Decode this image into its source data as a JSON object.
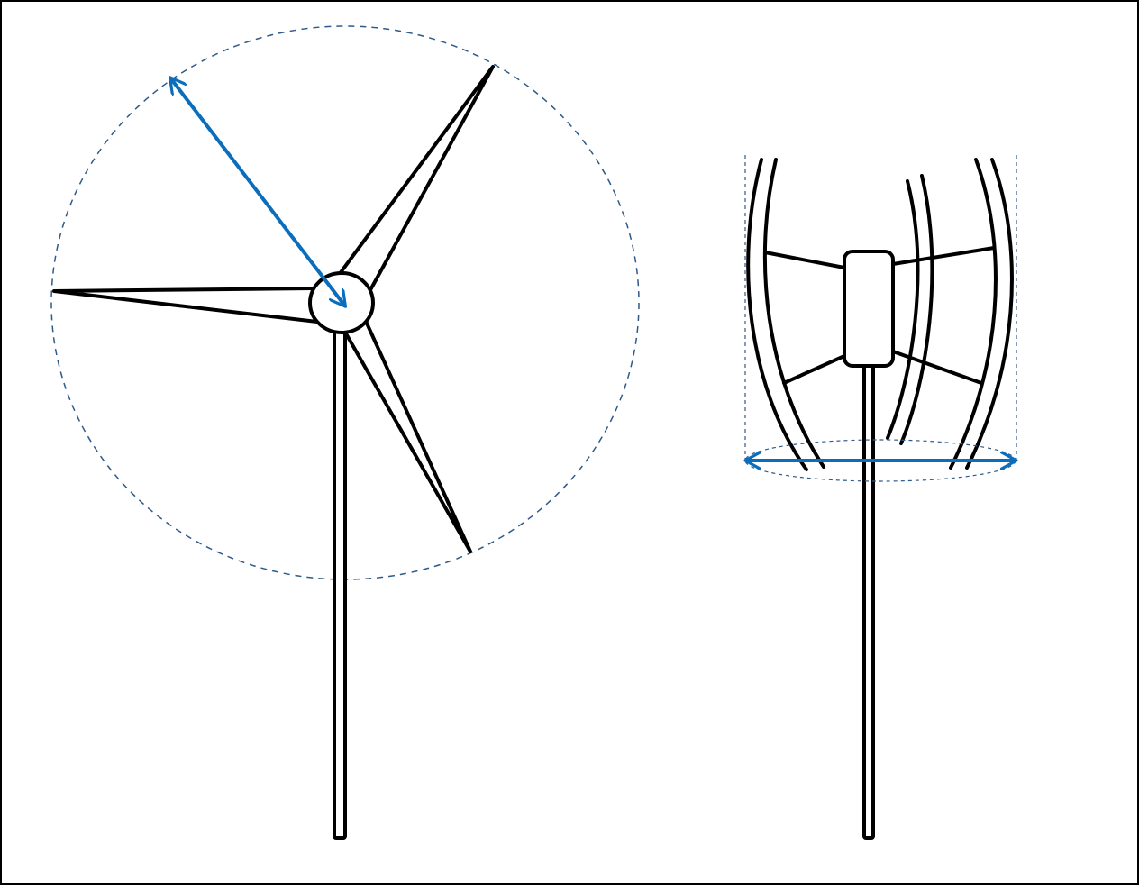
{
  "diagram": {
    "figures": [
      {
        "id": "horizontal-axis-turbine",
        "rotor_blades": 3,
        "dimension": "radius"
      },
      {
        "id": "vertical-axis-turbine",
        "rotor_blades": 3,
        "dimension": "diameter"
      }
    ],
    "colors": {
      "outline": "#000000",
      "guide": "#2e5a8a",
      "dimension_arrow": "#0a6ebd",
      "background": "#ffffff"
    }
  }
}
